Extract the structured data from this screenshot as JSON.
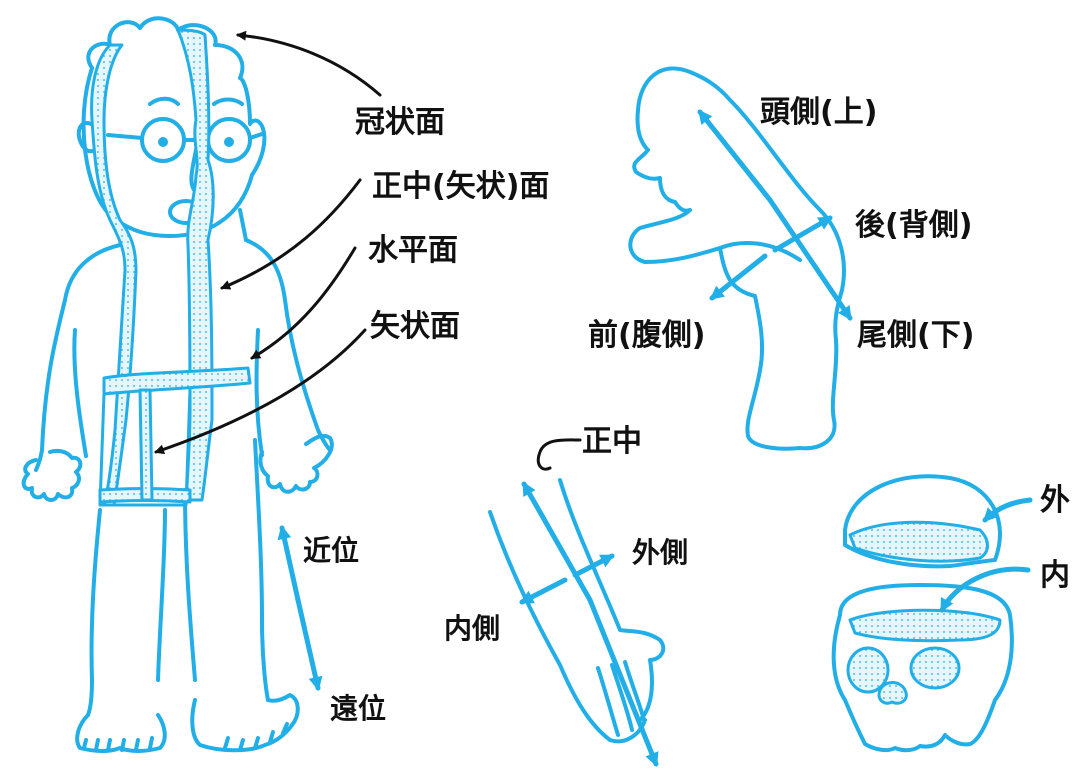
{
  "labels": {
    "coronal": "冠状面",
    "median_sagittal": "正中(矢状)面",
    "horizontal": "水平面",
    "sagittal": "矢状面",
    "cranial": "頭側(上)",
    "posterior": "後(背側)",
    "anterior": "前(腹側)",
    "caudal": "尾側(下)",
    "median": "正中",
    "lateral": "外側",
    "medial": "内側",
    "proximal": "近位",
    "distal": "遠位",
    "outer": "外",
    "inner": "内"
  },
  "colors": {
    "line": "#22aee6",
    "plane_fill": "#e6f6fd",
    "dots": "#22aee6",
    "text": "#111111"
  }
}
